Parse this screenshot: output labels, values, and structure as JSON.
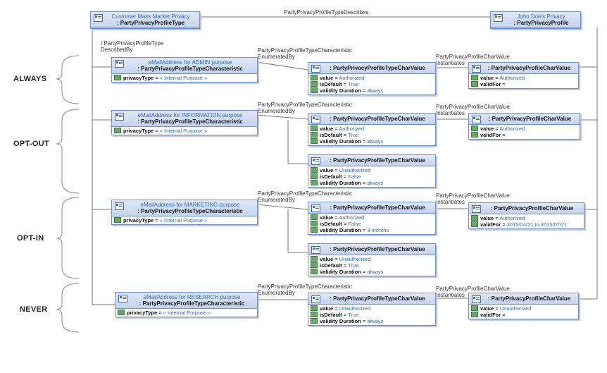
{
  "brackets": [
    "ALWAYS",
    "OPT-OUT",
    "OPT-IN",
    "NEVER"
  ],
  "top": {
    "type_box": {
      "name": "Customer Mass Market Privacy",
      "type": ": PartyPrivacyProfileType"
    },
    "profile_box": {
      "name": "John Doe's Privacy",
      "type": ": PartyPrivacyProfile"
    },
    "describes_label": "PartyPrivacyProfileTypeDescribes",
    "described_by_label": "/ PartyPrivacyProfileType DescribedBy"
  },
  "labels": {
    "enumerated_by": "PartyPrivacyProfileTypeCharacteristic EnumeratedBy",
    "instantiates": "PartyPrivacyProfileCharValue Instantiates"
  },
  "characteristics": [
    {
      "name": "eMailAddress for ADMIN purpose",
      "type": ": PartyPrivacyProfileTypeCharacteristic",
      "attr_name": "privacyType",
      "attr_value": "« Internal Purpose »"
    },
    {
      "name": "eMailAddress for INFORMATION purpose",
      "type": ": PartyPrivacyProfileTypeCharacteristic",
      "attr_name": "privacyType",
      "attr_value": "« Internal Purpose »"
    },
    {
      "name": "eMailAddress for MARKETING purpose",
      "type": ": PartyPrivacyProfileTypeCharacteristic",
      "attr_name": "privacyType",
      "attr_value": "« Internal Purpose »"
    },
    {
      "name": "eMailAddress for RESEARCH purpose",
      "type": ": PartyPrivacyProfileTypeCharacteristic",
      "attr_name": "privacyType",
      "attr_value": "« Internal Purpose »"
    }
  ],
  "char_values": [
    {
      "type": ": PartyPrivacyProfileTypeCharValue",
      "value": "Authorized",
      "isDefault": "True",
      "validity": "always"
    },
    {
      "type": ": PartyPrivacyProfileTypeCharValue",
      "value": "Authorized",
      "isDefault": "True",
      "validity": "always"
    },
    {
      "type": ": PartyPrivacyProfileTypeCharValue",
      "value": "Unauthorized",
      "isDefault": "False",
      "validity": "always"
    },
    {
      "type": ": PartyPrivacyProfileTypeCharValue",
      "value": "Authorized",
      "isDefault": "False",
      "validity": "3 months"
    },
    {
      "type": ": PartyPrivacyProfileTypeCharValue",
      "value": "Unauthorized",
      "isDefault": "True",
      "validity": "always"
    },
    {
      "type": ": PartyPrivacyProfileTypeCharValue",
      "value": "Unauthorized",
      "isDefault": "True",
      "validity": "always"
    }
  ],
  "attr_names": {
    "value": "value",
    "isDefault": "isDefault",
    "validity": "validity Duration",
    "validFor": "validFor"
  },
  "profile_values": [
    {
      "type": ": PartyPrivacyProfileCharValue",
      "value": "Authorized",
      "validFor": ""
    },
    {
      "type": ": PartyPrivacyProfileCharValue",
      "value": "Authorized",
      "validFor": ""
    },
    {
      "type": ": PartyPrivacyProfileCharValue",
      "value": "Authorized",
      "validFor": "2015/04/21 to 2015/07/21"
    },
    {
      "type": ": PartyPrivacyProfileCharValue",
      "value": "Unauthorized",
      "validFor": ""
    }
  ]
}
